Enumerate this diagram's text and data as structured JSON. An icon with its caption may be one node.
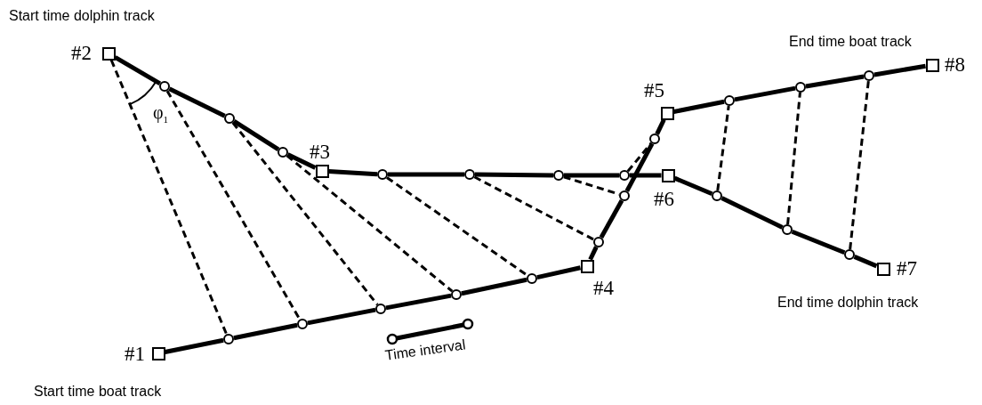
{
  "diagram": {
    "nodes": [
      {
        "text": [],
        "shape": "box",
        "beside": [
          "#1",
          "Start time boat track"
        ]
      },
      {
        "text": [],
        "shape": "circle"
      },
      {
        "text": [],
        "shape": "circle"
      },
      {
        "text": [],
        "shape": "circle"
      },
      {
        "text": [],
        "shape": "circle"
      },
      {
        "text": [],
        "shape": "circle"
      },
      {
        "text": [],
        "shape": "box",
        "beside": [
          "#4"
        ]
      },
      {
        "text": [],
        "shape": "circle"
      },
      {
        "text": [],
        "shape": "circle"
      },
      {
        "text": [],
        "shape": "circle"
      },
      {
        "text": [],
        "shape": "box",
        "beside": [
          "#5"
        ]
      },
      {
        "text": [],
        "shape": "circle"
      },
      {
        "text": [],
        "shape": "circle"
      },
      {
        "text": [],
        "shape": "circle"
      },
      {
        "text": [],
        "shape": "box",
        "beside": [
          "#8",
          "End time boat track"
        ]
      },
      {
        "text": [],
        "shape": "box",
        "beside": [
          "#2",
          "Start time dolphin track"
        ]
      },
      {
        "text": [],
        "shape": "circle"
      },
      {
        "text": [],
        "shape": "circle"
      },
      {
        "text": [],
        "shape": "circle"
      },
      {
        "text": [],
        "shape": "box",
        "beside": [
          "#3"
        ]
      },
      {
        "text": [],
        "shape": "circle"
      },
      {
        "text": [],
        "shape": "circle"
      },
      {
        "text": [],
        "shape": "circle"
      },
      {
        "text": [],
        "shape": "circle"
      },
      {
        "text": [],
        "shape": "box",
        "beside": [
          "#6"
        ]
      },
      {
        "text": [],
        "shape": "circle"
      },
      {
        "text": [],
        "shape": "circle"
      },
      {
        "text": [],
        "shape": "circle"
      },
      {
        "text": [],
        "shape": "box",
        "beside": [
          "#7",
          "End time dolphin track"
        ]
      }
    ],
    "edges": [
      {
        "from": 0,
        "to": 1,
        "arrow": "none"
      },
      {
        "from": 1,
        "to": 2,
        "arrow": "none"
      },
      {
        "from": 2,
        "to": 3,
        "arrow": "none"
      },
      {
        "from": 3,
        "to": 4,
        "arrow": "none"
      },
      {
        "from": 4,
        "to": 5,
        "arrow": "none"
      },
      {
        "from": 5,
        "to": 6,
        "arrow": "none"
      },
      {
        "from": 6,
        "to": 7,
        "arrow": "none"
      },
      {
        "from": 7,
        "to": 8,
        "arrow": "none"
      },
      {
        "from": 8,
        "to": 9,
        "arrow": "none"
      },
      {
        "from": 9,
        "to": 10,
        "arrow": "none"
      },
      {
        "from": 10,
        "to": 11,
        "arrow": "none"
      },
      {
        "from": 11,
        "to": 12,
        "arrow": "none"
      },
      {
        "from": 12,
        "to": 13,
        "arrow": "none"
      },
      {
        "from": 13,
        "to": 14,
        "arrow": "none"
      },
      {
        "from": 15,
        "to": 16,
        "arrow": "none"
      },
      {
        "from": 16,
        "to": 17,
        "arrow": "none"
      },
      {
        "from": 17,
        "to": 18,
        "arrow": "none"
      },
      {
        "from": 18,
        "to": 19,
        "arrow": "none"
      },
      {
        "from": 19,
        "to": 20,
        "arrow": "none"
      },
      {
        "from": 20,
        "to": 21,
        "arrow": "none"
      },
      {
        "from": 21,
        "to": 22,
        "arrow": "none"
      },
      {
        "from": 22,
        "to": 23,
        "arrow": "none"
      },
      {
        "from": 23,
        "to": 24,
        "arrow": "none"
      },
      {
        "from": 24,
        "to": 25,
        "arrow": "none"
      },
      {
        "from": 25,
        "to": 26,
        "arrow": "none"
      },
      {
        "from": 26,
        "to": 27,
        "arrow": "none"
      },
      {
        "from": 27,
        "to": 28,
        "arrow": "none"
      },
      {
        "from": 15,
        "to": 1,
        "arrow": "none",
        "style": "dashed"
      },
      {
        "from": 16,
        "to": 2,
        "arrow": "none",
        "style": "dashed"
      },
      {
        "from": 17,
        "to": 3,
        "arrow": "none",
        "style": "dashed"
      },
      {
        "from": 18,
        "to": 4,
        "arrow": "none",
        "style": "dashed"
      },
      {
        "from": 20,
        "to": 5,
        "arrow": "none",
        "style": "dashed"
      },
      {
        "from": 21,
        "to": 7,
        "arrow": "none",
        "style": "dashed"
      },
      {
        "from": 22,
        "to": 8,
        "arrow": "none",
        "style": "dashed"
      },
      {
        "from": 23,
        "to": 9,
        "arrow": "none",
        "style": "dashed"
      },
      {
        "from": 25,
        "to": 11,
        "arrow": "none",
        "style": "dashed"
      },
      {
        "from": 26,
        "to": 12,
        "arrow": "none",
        "style": "dashed"
      },
      {
        "from": 27,
        "to": 13,
        "arrow": "none",
        "style": "dashed"
      }
    ],
    "labels": [
      "φ$_{1}$"
    ],
    "legend": [
      {
        "text": "Time interval"
      }
    ]
  }
}
